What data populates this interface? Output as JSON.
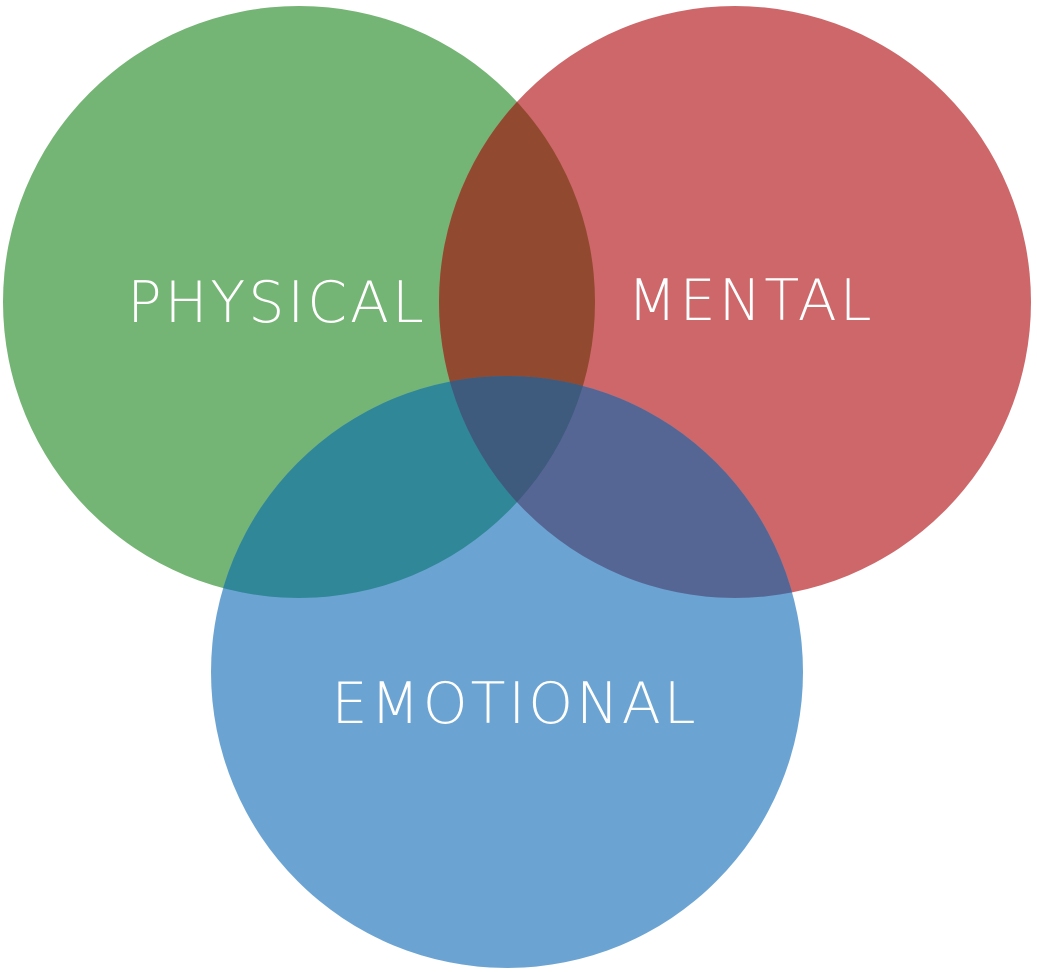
{
  "diagram": {
    "type": "venn",
    "sets": [
      {
        "id": "physical",
        "label": "PHYSICAL",
        "color": "#74b474"
      },
      {
        "id": "mental",
        "label": "MENTAL",
        "color": "#cd6769"
      },
      {
        "id": "emotional",
        "label": "EMOTIONAL",
        "color": "#6ba4d2"
      }
    ],
    "overlaps": {
      "physical_mental": "#91492f",
      "physical_emotional": "#308797",
      "mental_emotional": "#566694",
      "all_three": "#3e5a7d"
    }
  }
}
